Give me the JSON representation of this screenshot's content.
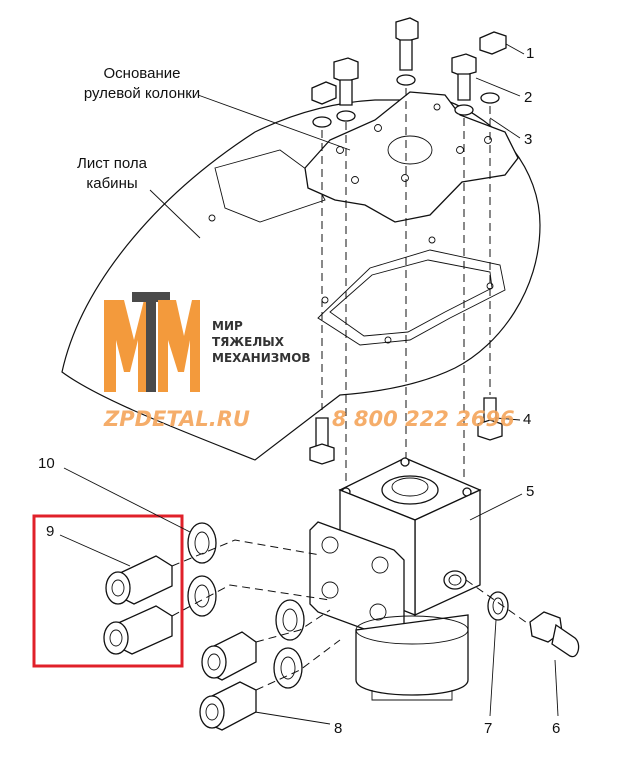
{
  "labels": {
    "steering_column_base_line1": "Основание",
    "steering_column_base_line2": "рулевой колонки",
    "cab_floor_sheet_line1": "Лист пола",
    "cab_floor_sheet_line2": "кабины"
  },
  "callouts": {
    "n1": "1",
    "n2": "2",
    "n3": "3",
    "n4": "4",
    "n5": "5",
    "n6": "6",
    "n7": "7",
    "n8": "8",
    "n9": "9",
    "n10": "10"
  },
  "watermark": {
    "brand_line1": "МИР",
    "brand_line2": "ТЯЖЕЛЫХ",
    "brand_line3": "МЕХАНИЗМОВ",
    "site": "ZPDETAL.RU",
    "phone": "8 800 222 2696"
  },
  "colors": {
    "logo_orange": "#f39a3c",
    "logo_grey": "#4a4a4a",
    "watermark_orange": "#f5a55a",
    "highlight_red": "#e0202a"
  }
}
